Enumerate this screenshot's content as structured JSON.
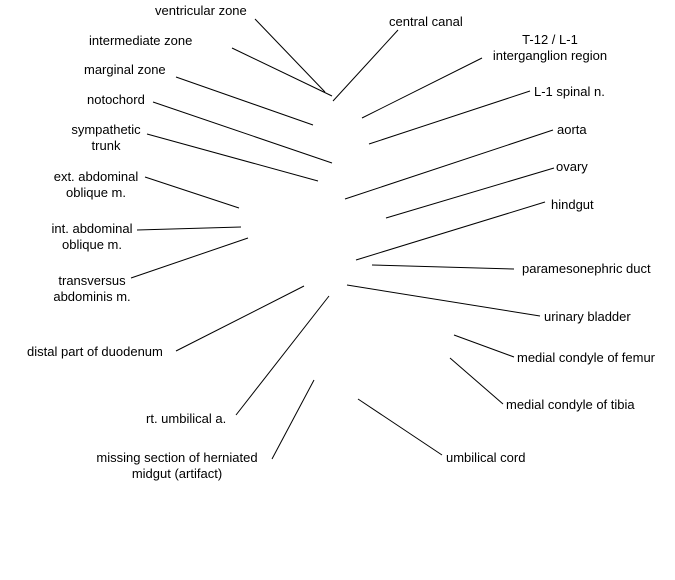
{
  "labels": [
    {
      "id": "ventricular-zone",
      "lines": [
        "ventricular zone"
      ]
    },
    {
      "id": "central-canal",
      "lines": [
        "central canal"
      ]
    },
    {
      "id": "intermediate-zone",
      "lines": [
        "intermediate zone"
      ]
    },
    {
      "id": "t12-l1",
      "lines": [
        "T-12 / L-1",
        "interganglion region"
      ]
    },
    {
      "id": "marginal-zone",
      "lines": [
        "marginal zone"
      ]
    },
    {
      "id": "l1-spinal-n",
      "lines": [
        "L-1 spinal n."
      ]
    },
    {
      "id": "notochord",
      "lines": [
        "notochord"
      ]
    },
    {
      "id": "aorta",
      "lines": [
        "aorta"
      ]
    },
    {
      "id": "sympathetic-trunk",
      "lines": [
        "sympathetic",
        "trunk"
      ]
    },
    {
      "id": "ovary",
      "lines": [
        "ovary"
      ]
    },
    {
      "id": "ext-abdominal-oblique",
      "lines": [
        "ext. abdominal",
        "oblique m."
      ]
    },
    {
      "id": "hindgut",
      "lines": [
        "hindgut"
      ]
    },
    {
      "id": "int-abdominal-oblique",
      "lines": [
        "int. abdominal",
        "oblique m."
      ]
    },
    {
      "id": "paramesonephric-duct",
      "lines": [
        "paramesonephric duct"
      ]
    },
    {
      "id": "transversus-abdominis",
      "lines": [
        "transversus",
        "abdominis m."
      ]
    },
    {
      "id": "urinary-bladder",
      "lines": [
        "urinary bladder"
      ]
    },
    {
      "id": "distal-duodenum",
      "lines": [
        "distal part of duodenum"
      ]
    },
    {
      "id": "medial-condyle-femur",
      "lines": [
        "medial condyle of femur"
      ]
    },
    {
      "id": "medial-condyle-tibia",
      "lines": [
        "medial condyle of tibia"
      ]
    },
    {
      "id": "rt-umbilical-a",
      "lines": [
        "rt. umbilical a."
      ]
    },
    {
      "id": "umbilical-cord",
      "lines": [
        "umbilical cord"
      ]
    },
    {
      "id": "missing-section",
      "lines": [
        "missing section of herniated",
        "midgut (artifact)"
      ]
    }
  ]
}
